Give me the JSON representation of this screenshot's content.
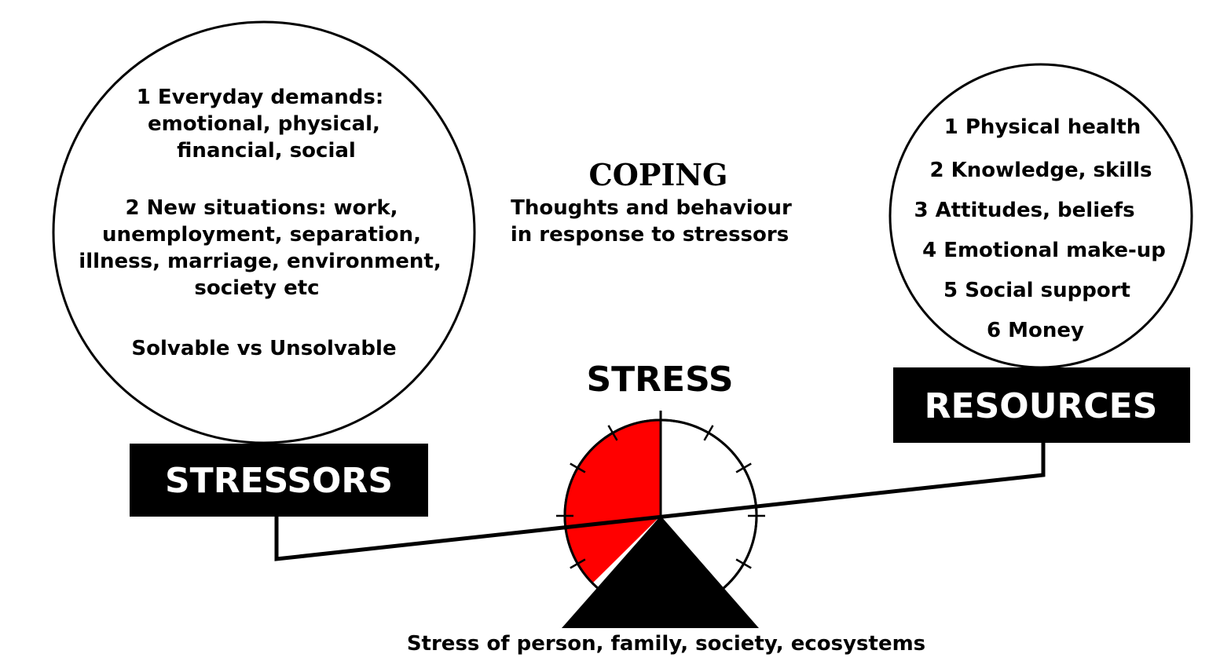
{
  "stressors": {
    "label": "STRESSORS",
    "lines": [
      "1 Everyday demands:",
      "emotional, physical,",
      "financial, social",
      "2 New situations: work,",
      "unemployment, separation,",
      "illness, marriage, environment,",
      "society etc",
      "Solvable vs Unsolvable"
    ]
  },
  "resources": {
    "label": "RESOURCES",
    "items": [
      "1 Physical health",
      "2 Knowledge, skills",
      "3 Attitudes, beliefs",
      "4 Emotional make-up",
      "5 Social support",
      "6 Money"
    ]
  },
  "coping": {
    "title": "COPING",
    "line1": "Thoughts and behaviour",
    "line2": "in response to stressors"
  },
  "stress": {
    "title": "STRESS",
    "caption": "Stress of person, family, society, ecosystems",
    "gauge_color": "#ff0000"
  }
}
